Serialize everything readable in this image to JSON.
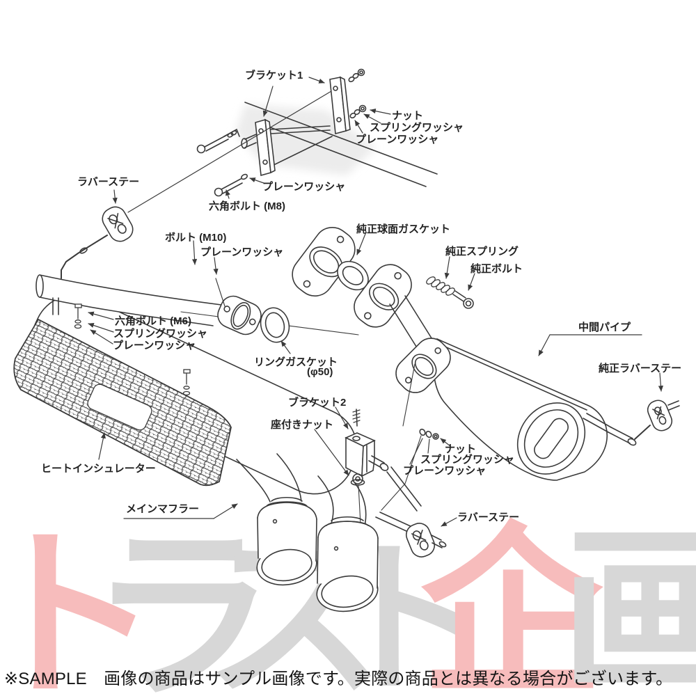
{
  "title": "exhaust-parts-exploded-diagram",
  "watermark": {
    "text": "トラスト企画",
    "chars": [
      {
        "char": "ト",
        "color": "#f7bcbc"
      },
      {
        "char": "ラ",
        "color": "#d7d7d7"
      },
      {
        "char": "ス",
        "color": "#d7d7d7"
      },
      {
        "char": "ト",
        "color": "#d7d7d7"
      },
      {
        "char": "企",
        "color": "#f7bcbc"
      },
      {
        "char": "画",
        "color": "#d7d7d7"
      }
    ]
  },
  "diagram": {
    "labels": [
      {
        "id": "bracket1",
        "text": "ブラケット1"
      },
      {
        "id": "nut-top",
        "text": "ナット"
      },
      {
        "id": "spring-washer-top",
        "text": "スプリングワッシャ"
      },
      {
        "id": "plain-washer-top",
        "text": "プレーンワッシャ"
      },
      {
        "id": "plain-washer-m8",
        "text": "プレーンワッシャ"
      },
      {
        "id": "hex-bolt-m8",
        "text": "六角ボルト (M8)"
      },
      {
        "id": "rubber-stay-left",
        "text": "ラバーステー"
      },
      {
        "id": "bolt-m10",
        "text": "ボルト (M10)"
      },
      {
        "id": "plain-washer-m10",
        "text": "プレーンワッシャ"
      },
      {
        "id": "oem-spherical-gasket",
        "text": "純正球面ガスケット"
      },
      {
        "id": "oem-spring",
        "text": "純正スプリング"
      },
      {
        "id": "oem-bolt",
        "text": "純正ボルト"
      },
      {
        "id": "hex-bolt-m6",
        "text": "六角ボルト (M6)"
      },
      {
        "id": "spring-washer-m6",
        "text": "スプリングワッシャ"
      },
      {
        "id": "plain-washer-m6",
        "text": "プレーンワッシャ"
      },
      {
        "id": "ring-gasket",
        "text": "リングガスケット"
      },
      {
        "id": "ring-gasket-dia",
        "text": "(φ50)"
      },
      {
        "id": "center-pipe",
        "text": "中間パイプ"
      },
      {
        "id": "oem-rubber-stay",
        "text": "純正ラバーステー"
      },
      {
        "id": "bracket2",
        "text": "ブラケット2"
      },
      {
        "id": "seated-nut",
        "text": "座付きナット"
      },
      {
        "id": "nut-mid",
        "text": "ナット"
      },
      {
        "id": "spring-washer-mid",
        "text": "スプリングワッシャ"
      },
      {
        "id": "plain-washer-mid",
        "text": "プレーンワッシャ"
      },
      {
        "id": "heat-insulator",
        "text": "ヒートインシュレーター"
      },
      {
        "id": "main-muffler",
        "text": "メインマフラー"
      },
      {
        "id": "rubber-stay-bottom",
        "text": "ラバーステー"
      }
    ]
  },
  "footer": {
    "disclaimer": "※SAMPLE　画像の商品はサンプル画像です。実際の商品とは異なる場合がございます。"
  },
  "colors": {
    "line": "#3a3a3a",
    "watermark_pink": "#f7bcbc",
    "watermark_gray": "#d7d7d7"
  }
}
